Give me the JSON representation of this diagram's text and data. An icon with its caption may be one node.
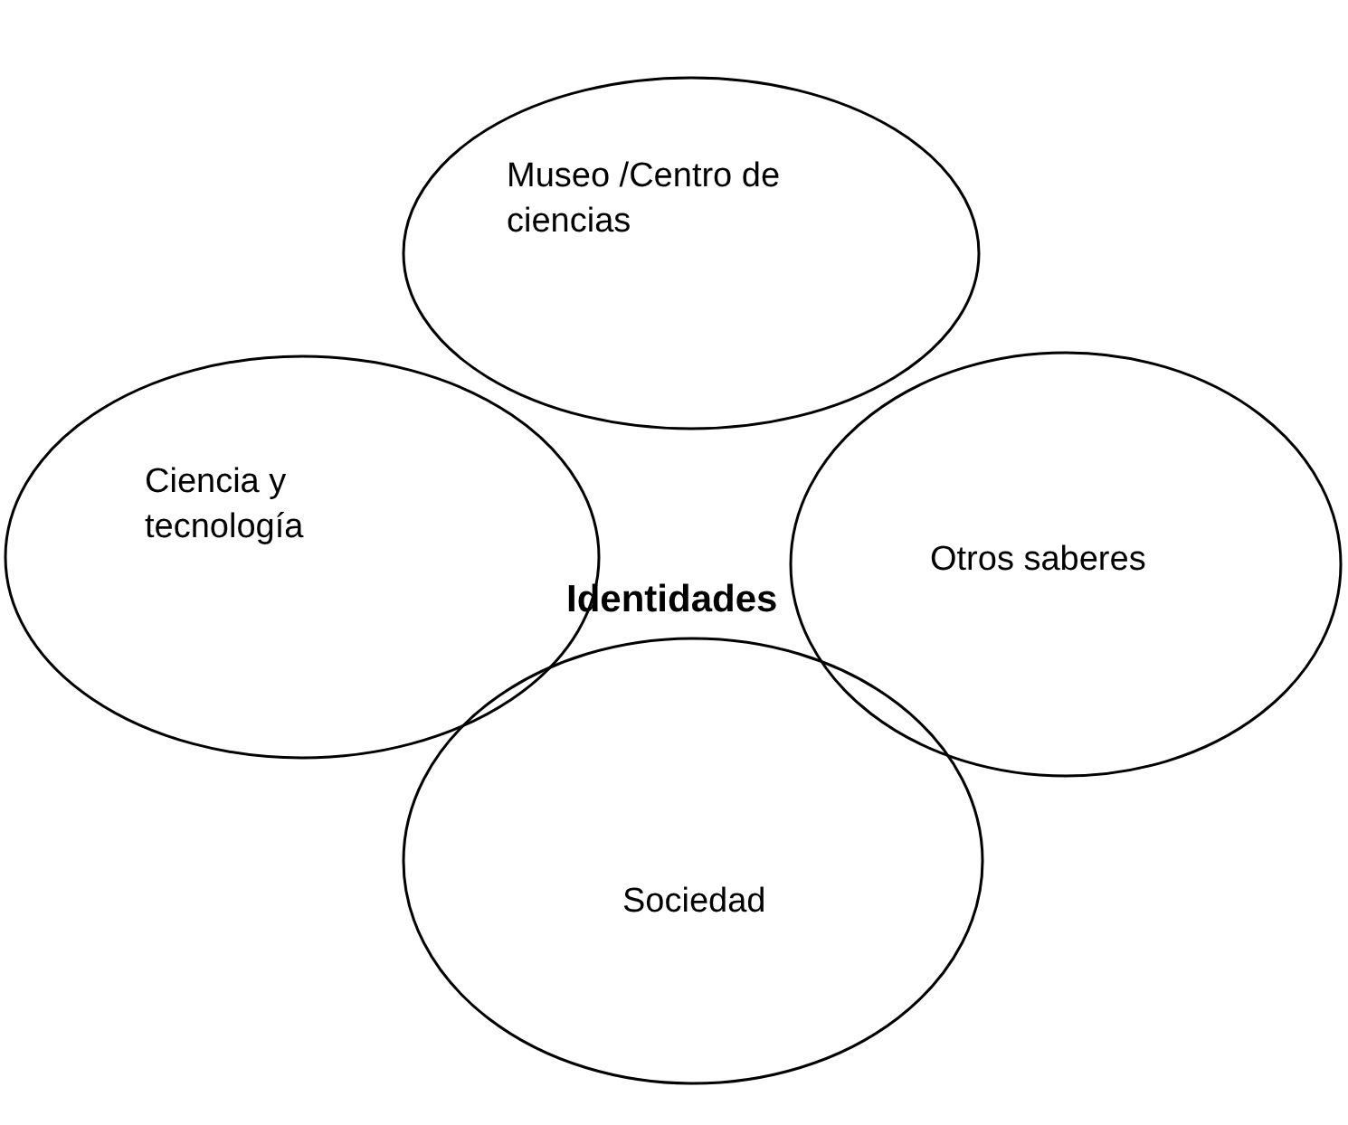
{
  "diagram": {
    "nodes": [
      {
        "text": [
          "Museo /Centro de ciencias"
        ]
      },
      {
        "text": [
          "Ciencia y tecnología"
        ]
      },
      {
        "text": [
          "Otros saberes"
        ]
      },
      {
        "text": [
          "Sociedad"
        ]
      }
    ],
    "labels": [
      "Identidades"
    ]
  }
}
